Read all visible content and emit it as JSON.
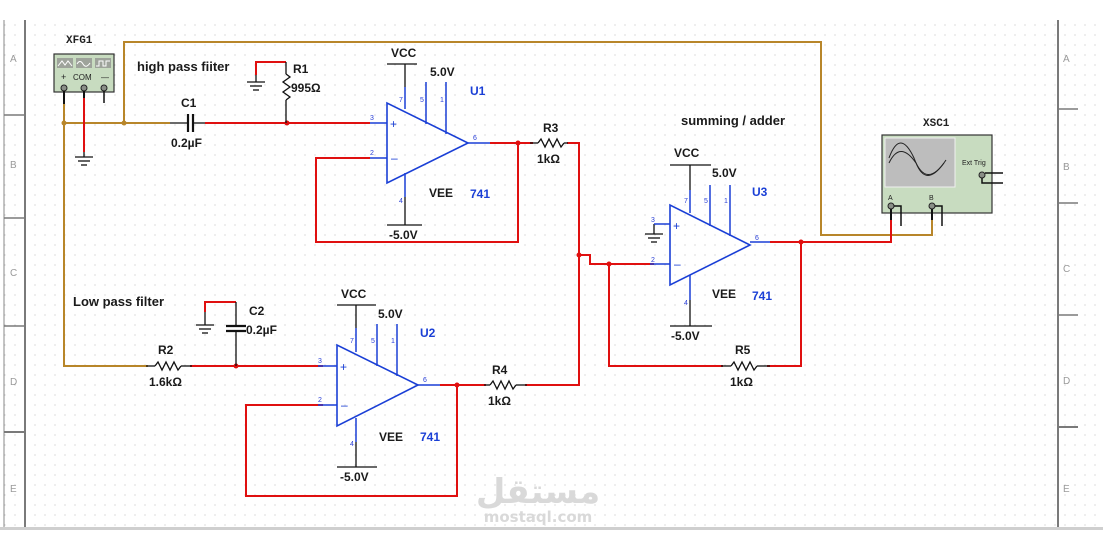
{
  "app": "Multisim schematic capture",
  "border": {
    "rows": [
      "A",
      "B",
      "C",
      "D",
      "E"
    ]
  },
  "annotations": {
    "high_pass": "high pass fiiter",
    "low_pass": "Low pass filter",
    "summing": "summing / adder"
  },
  "instruments": {
    "function_generator": {
      "ref": "XFG1",
      "terminals": [
        "+",
        "COM",
        "—"
      ],
      "waveforms": [
        "triangle-wave-icon",
        "sine-wave-icon",
        "square-wave-icon"
      ]
    },
    "oscilloscope": {
      "ref": "XSC1",
      "channel_a": "A",
      "channel_b": "B",
      "ext_trig": "Ext Trig"
    }
  },
  "components": {
    "C1": {
      "ref": "C1",
      "value": "0.2µF"
    },
    "R1": {
      "ref": "R1",
      "value": "995Ω"
    },
    "C2": {
      "ref": "C2",
      "value": "0.2µF"
    },
    "R2": {
      "ref": "R2",
      "value": "1.6kΩ"
    },
    "R3": {
      "ref": "R3",
      "value": "1kΩ"
    },
    "R4": {
      "ref": "R4",
      "value": "1kΩ"
    },
    "R5": {
      "ref": "R5",
      "value": "1kΩ"
    }
  },
  "opamps": [
    {
      "ref": "U1",
      "model": "741",
      "vcc": "VCC",
      "vcc_value": "5.0V",
      "vee": "VEE",
      "vee_value": "-5.0V",
      "pins": {
        "noninv": "3",
        "inv": "2",
        "out": "6",
        "vplus": "7",
        "offset1": "5",
        "offset2": "1",
        "vminus": "4"
      }
    },
    {
      "ref": "U2",
      "model": "741",
      "vcc": "VCC",
      "vcc_value": "5.0V",
      "vee": "VEE",
      "vee_value": "-5.0V",
      "pins": {
        "noninv": "3",
        "inv": "2",
        "out": "6",
        "vplus": "7",
        "offset1": "5",
        "offset2": "1",
        "vminus": "4"
      }
    },
    {
      "ref": "U3",
      "model": "741",
      "vcc": "VCC",
      "vcc_value": "5.0V",
      "vee": "VEE",
      "vee_value": "-5.0V",
      "pins": {
        "noninv": "3",
        "inv": "2",
        "out": "6",
        "vplus": "7",
        "offset1": "5",
        "offset2": "1",
        "vminus": "4"
      }
    }
  ],
  "colors": {
    "wire_signal": "#e01010",
    "wire_instrument": "#b8862a",
    "component": "#1a3fd6",
    "instrument_body": "#c8dcc0"
  },
  "watermark": {
    "arabic": "مستقل",
    "latin": "mostaql.com"
  }
}
